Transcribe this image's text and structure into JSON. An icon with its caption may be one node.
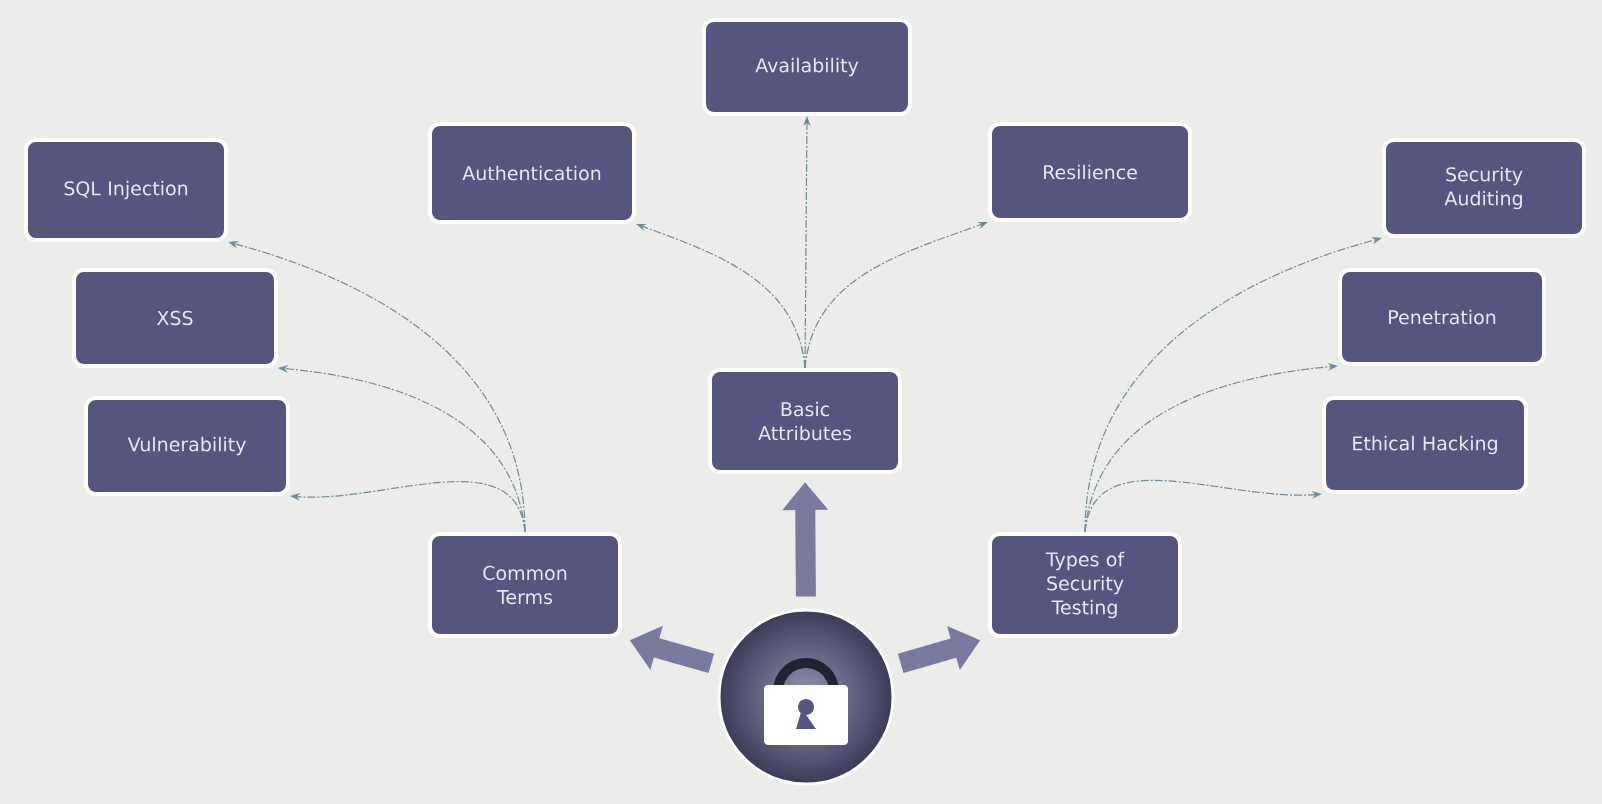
{
  "diagram": {
    "nodes": [
      {
        "text": [
          "Availability"
        ]
      },
      {
        "text": [
          "Authentication"
        ]
      },
      {
        "text": [
          "Resilience"
        ]
      },
      {
        "text": [
          "SQL Injection"
        ]
      },
      {
        "text": [
          "Security Auditing"
        ]
      },
      {
        "text": [
          "XSS"
        ]
      },
      {
        "text": [
          "Penetration"
        ]
      },
      {
        "text": [
          "Basic Attributes"
        ]
      },
      {
        "text": [
          "Vulnerability"
        ]
      },
      {
        "text": [
          "Ethical Hacking"
        ]
      },
      {
        "text": [
          "Common Terms"
        ]
      },
      {
        "text": [
          "Types of Security Testing"
        ]
      },
      {
        "text": [],
        "shape": "circle"
      }
    ],
    "edges": [
      {
        "from": 12,
        "to": 10,
        "arrow": "to",
        "style": "thick"
      },
      {
        "from": 12,
        "to": 7,
        "arrow": "to",
        "style": "thick"
      },
      {
        "from": 12,
        "to": 11,
        "arrow": "to",
        "style": "thick"
      },
      {
        "from": 7,
        "to": 0,
        "arrow": "to",
        "style": "dashed"
      },
      {
        "from": 7,
        "to": 1,
        "arrow": "to",
        "style": "dashed"
      },
      {
        "from": 7,
        "to": 2,
        "arrow": "to",
        "style": "dashed"
      },
      {
        "from": 10,
        "to": 3,
        "arrow": "to",
        "style": "dashed"
      },
      {
        "from": 10,
        "to": 5,
        "arrow": "to",
        "style": "dashed"
      },
      {
        "from": 10,
        "to": 8,
        "arrow": "to",
        "style": "dashed"
      },
      {
        "from": 11,
        "to": 4,
        "arrow": "to",
        "style": "dashed"
      },
      {
        "from": 11,
        "to": 6,
        "arrow": "to",
        "style": "dashed"
      },
      {
        "from": 11,
        "to": 9,
        "arrow": "to",
        "style": "dashed"
      }
    ]
  }
}
